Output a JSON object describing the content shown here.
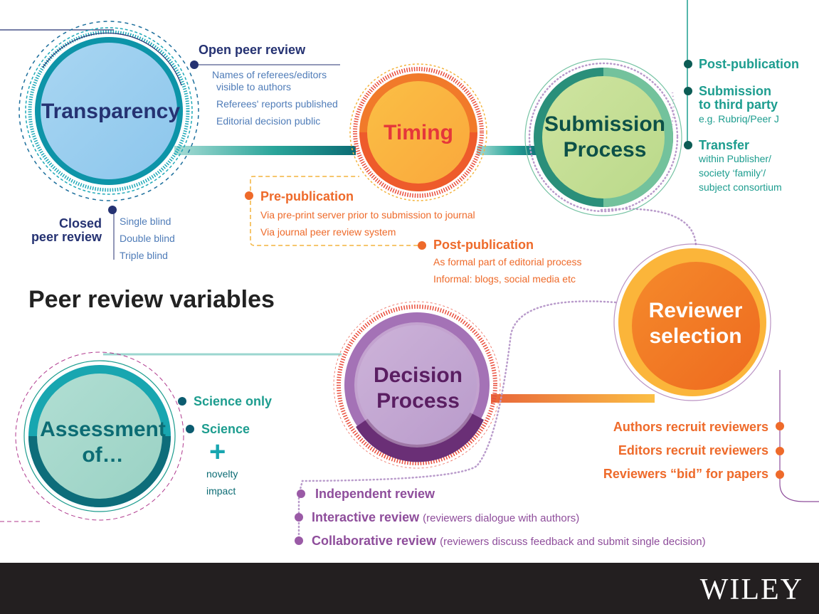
{
  "title": "Peer review variables",
  "logo": "WILEY",
  "colors": {
    "navy": "#253272",
    "light_blue": "#4f7cb8",
    "teal": "#1d9d8f",
    "dark_teal": "#0c6c74",
    "orange": "#ee6a2a",
    "purple": "#8e4d9b",
    "footer": "#231f20"
  },
  "transparency": {
    "label": "Transparency",
    "open": {
      "heading": "Open peer review",
      "items": [
        "Names of referees/editors",
        "visible to authors",
        "Referees' reports published",
        "Editorial decision public"
      ]
    },
    "closed": {
      "heading_line1": "Closed",
      "heading_line2": "peer review",
      "items": [
        "Single blind",
        "Double blind",
        "Triple blind"
      ]
    }
  },
  "timing": {
    "label": "Timing",
    "pre": {
      "heading": "Pre-publication",
      "items": [
        "Via pre-print server prior to submission to journal",
        "Via journal peer review system"
      ]
    },
    "post": {
      "heading": "Post-publication",
      "items": [
        "As formal part of editorial process",
        "Informal: blogs, social media etc"
      ]
    }
  },
  "submission": {
    "label_line1": "Submission",
    "label_line2": "Process",
    "post_publication": "Post-publication",
    "third_party_line1": "Submission",
    "third_party_line2": "to third party",
    "third_party_sub": "e.g. Rubriq/Peer J",
    "transfer": "Transfer",
    "transfer_sub": [
      "within Publisher/",
      "society ‘family’/",
      "subject consortium"
    ]
  },
  "reviewer": {
    "label_line1": "Reviewer",
    "label_line2": "selection",
    "items": [
      "Authors recruit reviewers",
      "Editors recruit reviewers",
      "Reviewers “bid” for papers"
    ]
  },
  "decision": {
    "label_line1": "Decision",
    "label_line2": "Process",
    "independent": "Independent review",
    "interactive": "Interactive review",
    "interactive_note": "(reviewers dialogue with authors)",
    "collaborative": "Collaborative review",
    "collaborative_note": "(reviewers discuss feedback and submit single decision)"
  },
  "assessment": {
    "label_line1": "Assessment",
    "label_line2": "of…",
    "science_only": "Science only",
    "science": "Science",
    "plus": "+",
    "extra": [
      "novelty",
      "impact"
    ]
  }
}
